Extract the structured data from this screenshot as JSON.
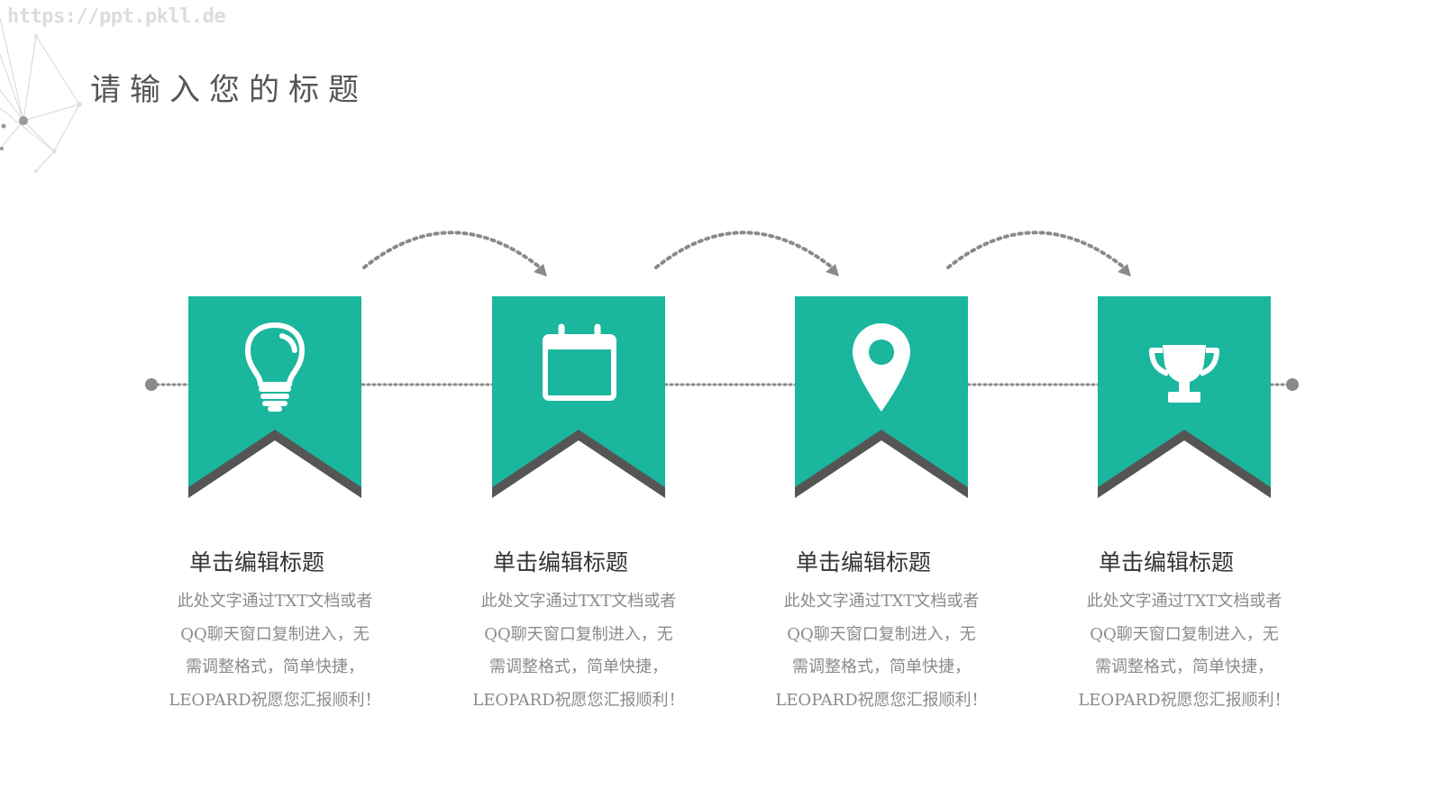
{
  "watermark": "https://ppt.pkll.de",
  "page": {
    "title": "请输入您的标题"
  },
  "theme": {
    "accent": "#1ab69d",
    "shadow": "#555555",
    "line": "#8a8a8a"
  },
  "steps": [
    {
      "icon": "lightbulb-icon",
      "title": "单击编辑标题",
      "lines": [
        "此处文字通过TXT文档或者",
        "QQ聊天窗口复制进入，无",
        "需调整格式，简单快捷，",
        "LEOPARD祝愿您汇报顺利！"
      ]
    },
    {
      "icon": "calendar-icon",
      "title": "单击编辑标题",
      "lines": [
        "此处文字通过TXT文档或者",
        "QQ聊天窗口复制进入，无",
        "需调整格式，简单快捷，",
        "LEOPARD祝愿您汇报顺利！"
      ]
    },
    {
      "icon": "location-pin-icon",
      "title": "单击编辑标题",
      "lines": [
        "此处文字通过TXT文档或者",
        "QQ聊天窗口复制进入，无",
        "需调整格式，简单快捷，",
        "LEOPARD祝愿您汇报顺利！"
      ]
    },
    {
      "icon": "trophy-icon",
      "title": "单击编辑标题",
      "lines": [
        "此处文字通过TXT文档或者",
        "QQ聊天窗口复制进入，无",
        "需调整格式，简单快捷，",
        "LEOPARD祝愿您汇报顺利！"
      ]
    }
  ]
}
